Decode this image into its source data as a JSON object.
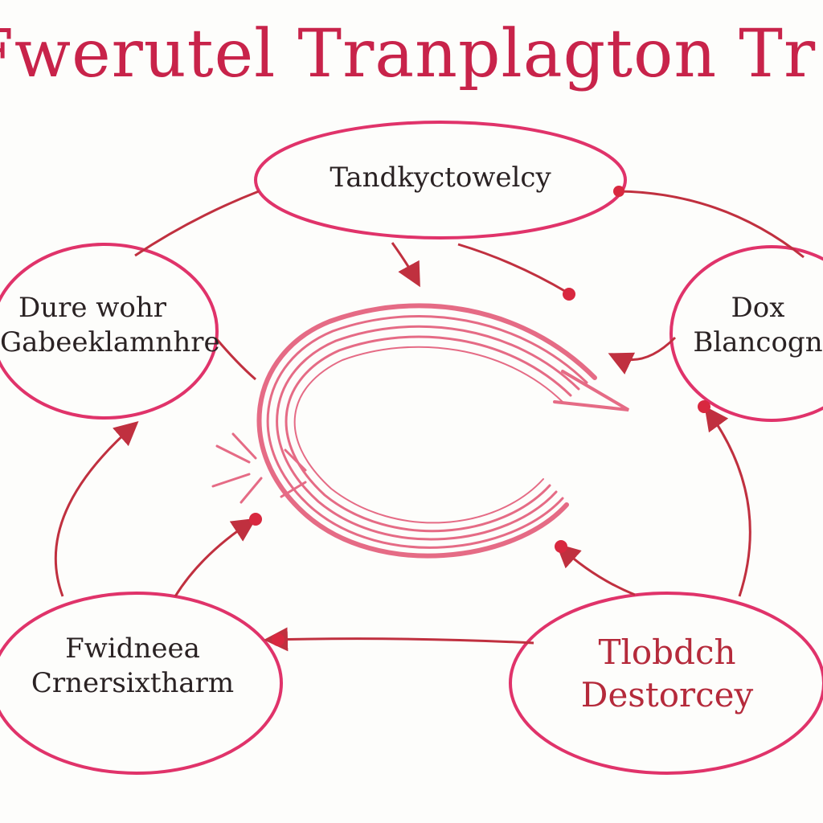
{
  "title": "Fwerutel Tranplagton Tr",
  "nodes": {
    "top": {
      "lines": [
        "Tandkyctowelcy"
      ]
    },
    "left": {
      "lines": [
        "Dure wohr",
        "Gabeeklamnhre"
      ]
    },
    "right": {
      "lines": [
        "Dox",
        "Blancogn"
      ]
    },
    "bottom_left": {
      "lines": [
        "Fwidneea",
        "Crnersixtharm"
      ]
    },
    "bottom_right": {
      "lines": [
        "Tlobdch",
        "Destorcey"
      ]
    }
  },
  "colors": {
    "ink": "#e0336a",
    "arrow": "#c0303f",
    "title": "#c8234a",
    "text_dark": "#2a2223",
    "text_red": "#b52a3b",
    "center_cycle": "#e56b85"
  },
  "center_icon": "circular-cycle-arrow"
}
